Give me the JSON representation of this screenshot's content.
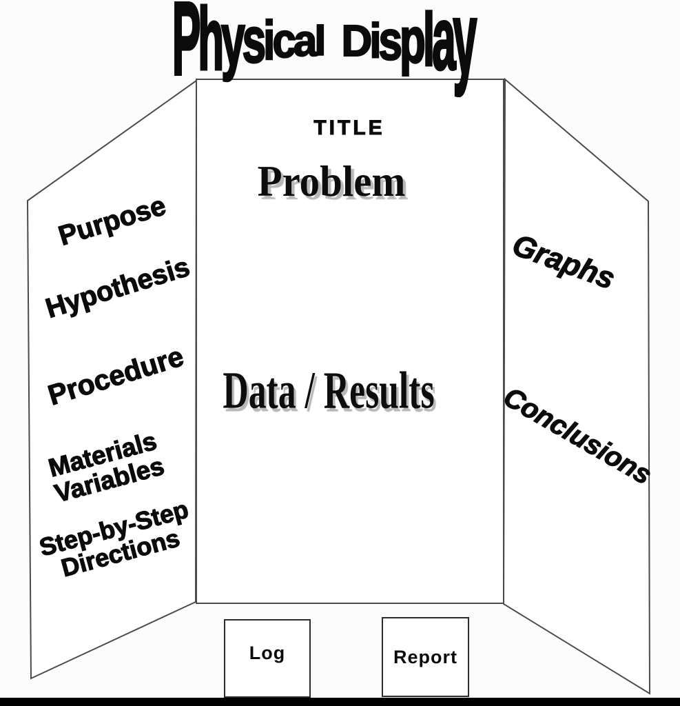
{
  "title": {
    "text": "Physical Display"
  },
  "board": {
    "left_panel": {
      "labels": [
        "Purpose",
        "Hypothesis",
        "Procedure",
        "Materials\nVariables",
        "Step-by-Step\nDirections"
      ]
    },
    "center_panel": {
      "header": "TITLE",
      "sections": [
        "Problem",
        "Data / Results"
      ]
    },
    "right_panel": {
      "labels": [
        "Graphs",
        "Conclusions"
      ]
    },
    "attachments": [
      "Log",
      "Report"
    ]
  },
  "colors": {
    "text": "#0b0b0b",
    "board_outline": "#4a4a4a",
    "text_shadow": "#b8b8b8",
    "bottom_bar": "#000000"
  }
}
